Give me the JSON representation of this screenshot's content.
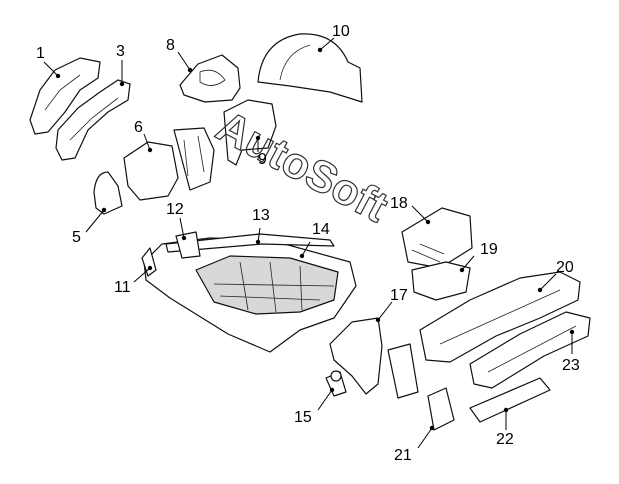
{
  "diagram": {
    "callouts": [
      "1",
      "3",
      "8",
      "10",
      "6",
      "9",
      "5",
      "12",
      "13",
      "14",
      "18",
      "19",
      "11",
      "20",
      "17",
      "23",
      "15",
      "21",
      "22"
    ],
    "watermark": "AutoSoft"
  }
}
